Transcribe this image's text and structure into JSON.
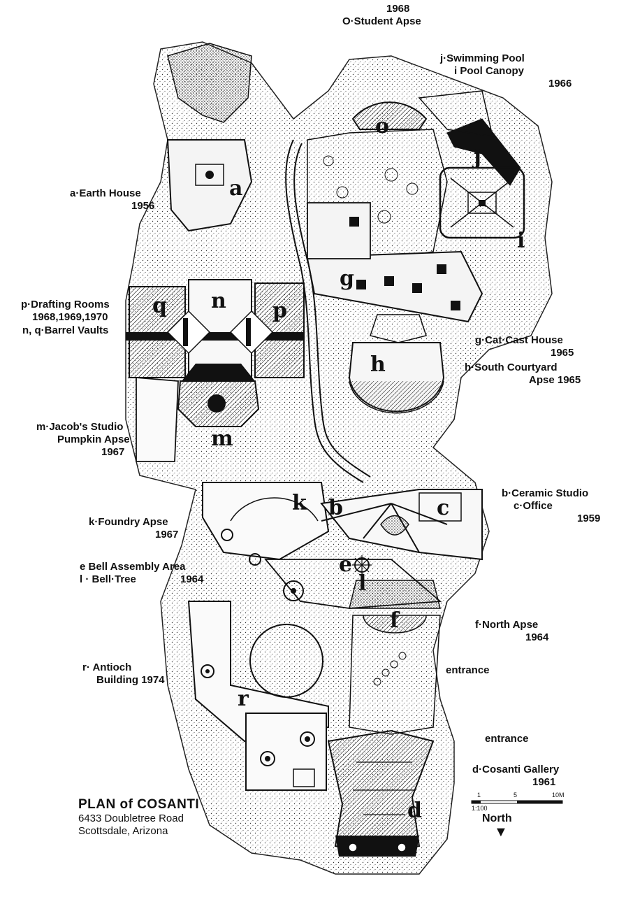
{
  "labels": {
    "o_year": "1968",
    "o": "O·Student Apse",
    "j": "j·Swimming Pool",
    "i": "i Pool Canopy",
    "ij_year": "1966",
    "a": "a·Earth House",
    "a_year": "1956",
    "p": "p·Drafting Rooms",
    "p_years": "1968,1969,1970",
    "nq": "n, q·Barrel Vaults",
    "g": "g·Cat·Cast House",
    "g_year": "1965",
    "h": "h·South Courtyard",
    "h_line2": "Apse 1965",
    "m": "m·Jacob's Studio",
    "m_line2": "Pumpkin Apse",
    "m_year": "1967",
    "b": "b·Ceramic Studio",
    "c": "c·Office",
    "bc_year": "1959",
    "k": "k·Foundry Apse",
    "k_year": "1967",
    "e": "e Bell Assembly Area",
    "l": "l · Bell·Tree",
    "el_year": "1964",
    "f": "f·North Apse",
    "f_year": "1964",
    "entrance1": "entrance",
    "entrance2": "entrance",
    "r": "r· Antioch",
    "r_line2": "Building 1974",
    "d": "d·Cosanti Gallery",
    "d_year": "1961"
  },
  "markers": {
    "o": "o",
    "j": "j",
    "i": "i",
    "a": "a",
    "q": "q",
    "n": "n",
    "p": "p",
    "g": "g",
    "h": "h",
    "m": "m",
    "k": "k",
    "b": "b",
    "c": "c",
    "e": "e",
    "l": "l",
    "f": "f",
    "r": "r",
    "d": "d"
  },
  "title": {
    "line1": "PLAN of COSANTI",
    "line2": "6433 Doubletree Road",
    "line3": "Scottsdale, Arizona"
  },
  "scale": {
    "ticks": [
      "1",
      "5",
      "10M"
    ],
    "ratio": "1:100"
  },
  "north": {
    "label": "North",
    "arrow": "▼"
  }
}
